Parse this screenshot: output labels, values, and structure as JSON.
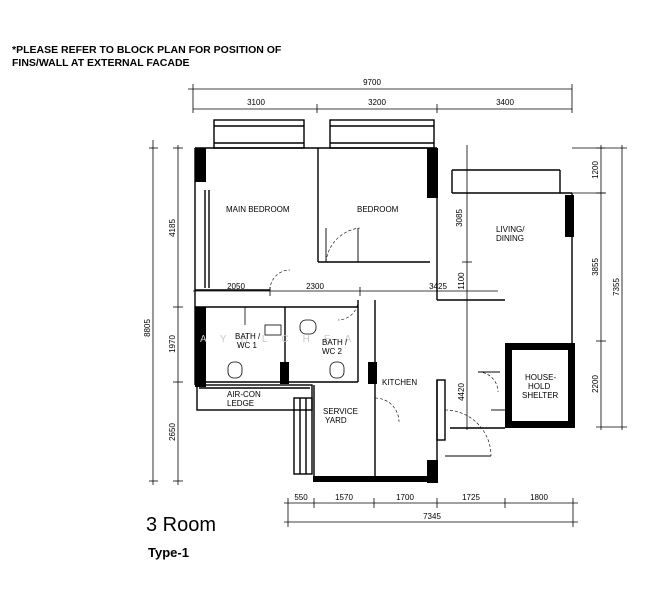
{
  "note": {
    "line1": "*PLEASE REFER TO BLOCK PLAN FOR POSITION OF",
    "line2": "FINS/WALL AT EXTERNAL FACADE"
  },
  "title": "3 Room",
  "subtitle": "Type-1",
  "watermark": "AYHLCHEA",
  "rooms": {
    "main_bedroom": "MAIN BEDROOM",
    "bedroom": "BEDROOM",
    "living_1": "LIVING/",
    "living_2": "DINING",
    "bath1_1": "BATH /",
    "bath1_2": "WC 1",
    "bath2_1": "BATH /",
    "bath2_2": "WC 2",
    "kitchen": "KITCHEN",
    "aircon_1": "AIR-CON",
    "aircon_2": "LEDGE",
    "service_1": "SERVICE",
    "service_2": "YARD",
    "shelter_1": "HOUSE-",
    "shelter_2": "HOLD",
    "shelter_3": "SHELTER"
  },
  "dimensions": {
    "top_total": "9700",
    "top_1": "3100",
    "top_2": "3200",
    "top_3": "3400",
    "inner_1": "2050",
    "inner_2": "2300",
    "inner_3": "3425",
    "left_total": "8805",
    "left_1": "4185",
    "left_2": "1970",
    "left_3": "2650",
    "mid_1": "3085",
    "mid_2": "1100",
    "mid_3": "4420",
    "right_total": "7355",
    "right_1": "1200",
    "right_2": "3855",
    "right_3": "2200",
    "bottom_1": "550",
    "bottom_2": "1570",
    "bottom_3": "1700",
    "bottom_4": "1725",
    "bottom_5": "1800",
    "bottom_total": "7345"
  }
}
